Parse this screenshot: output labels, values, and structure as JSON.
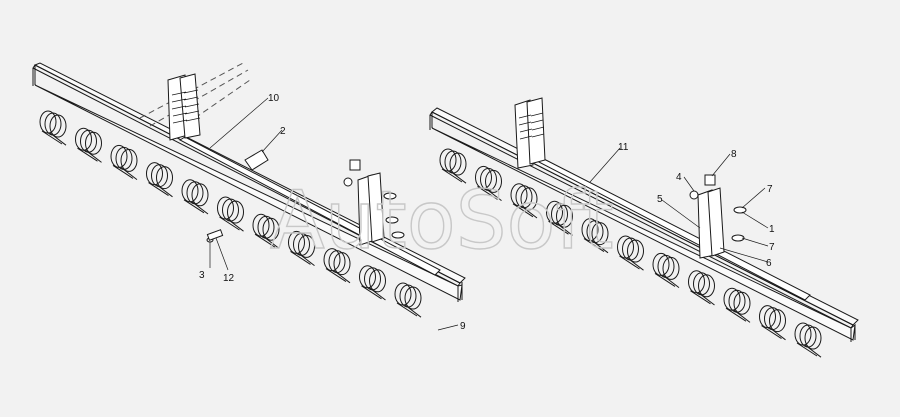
{
  "watermark": "AutoSoft",
  "callouts": {
    "c1": "1",
    "c2": "2",
    "c3": "3",
    "c4": "4",
    "c5": "5",
    "c6": "6",
    "c7a": "7",
    "c7b": "7",
    "c8": "8",
    "c9": "9",
    "c10": "10",
    "c11": "11",
    "c12": "12"
  },
  "colors": {
    "line": "#1a1a1a",
    "background": "#f2f2f2",
    "watermark": "#c8c8c8"
  }
}
